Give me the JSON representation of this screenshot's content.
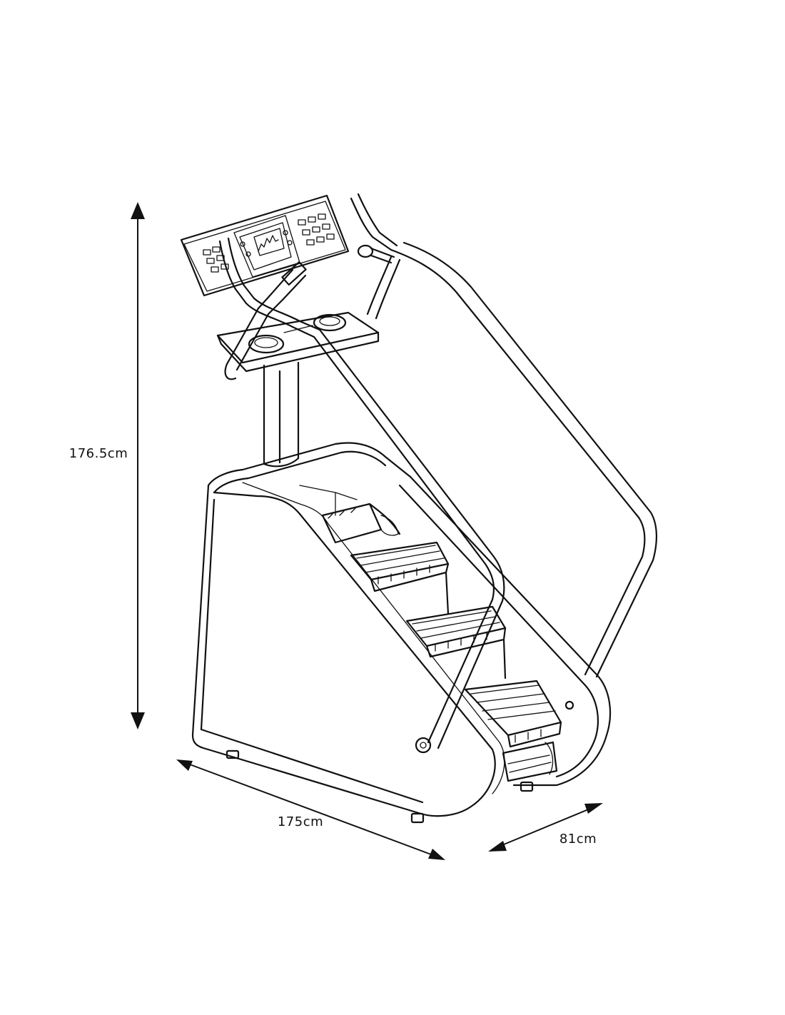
{
  "dimensions": {
    "height": "176.5cm",
    "length": "175cm",
    "width": "81cm"
  }
}
